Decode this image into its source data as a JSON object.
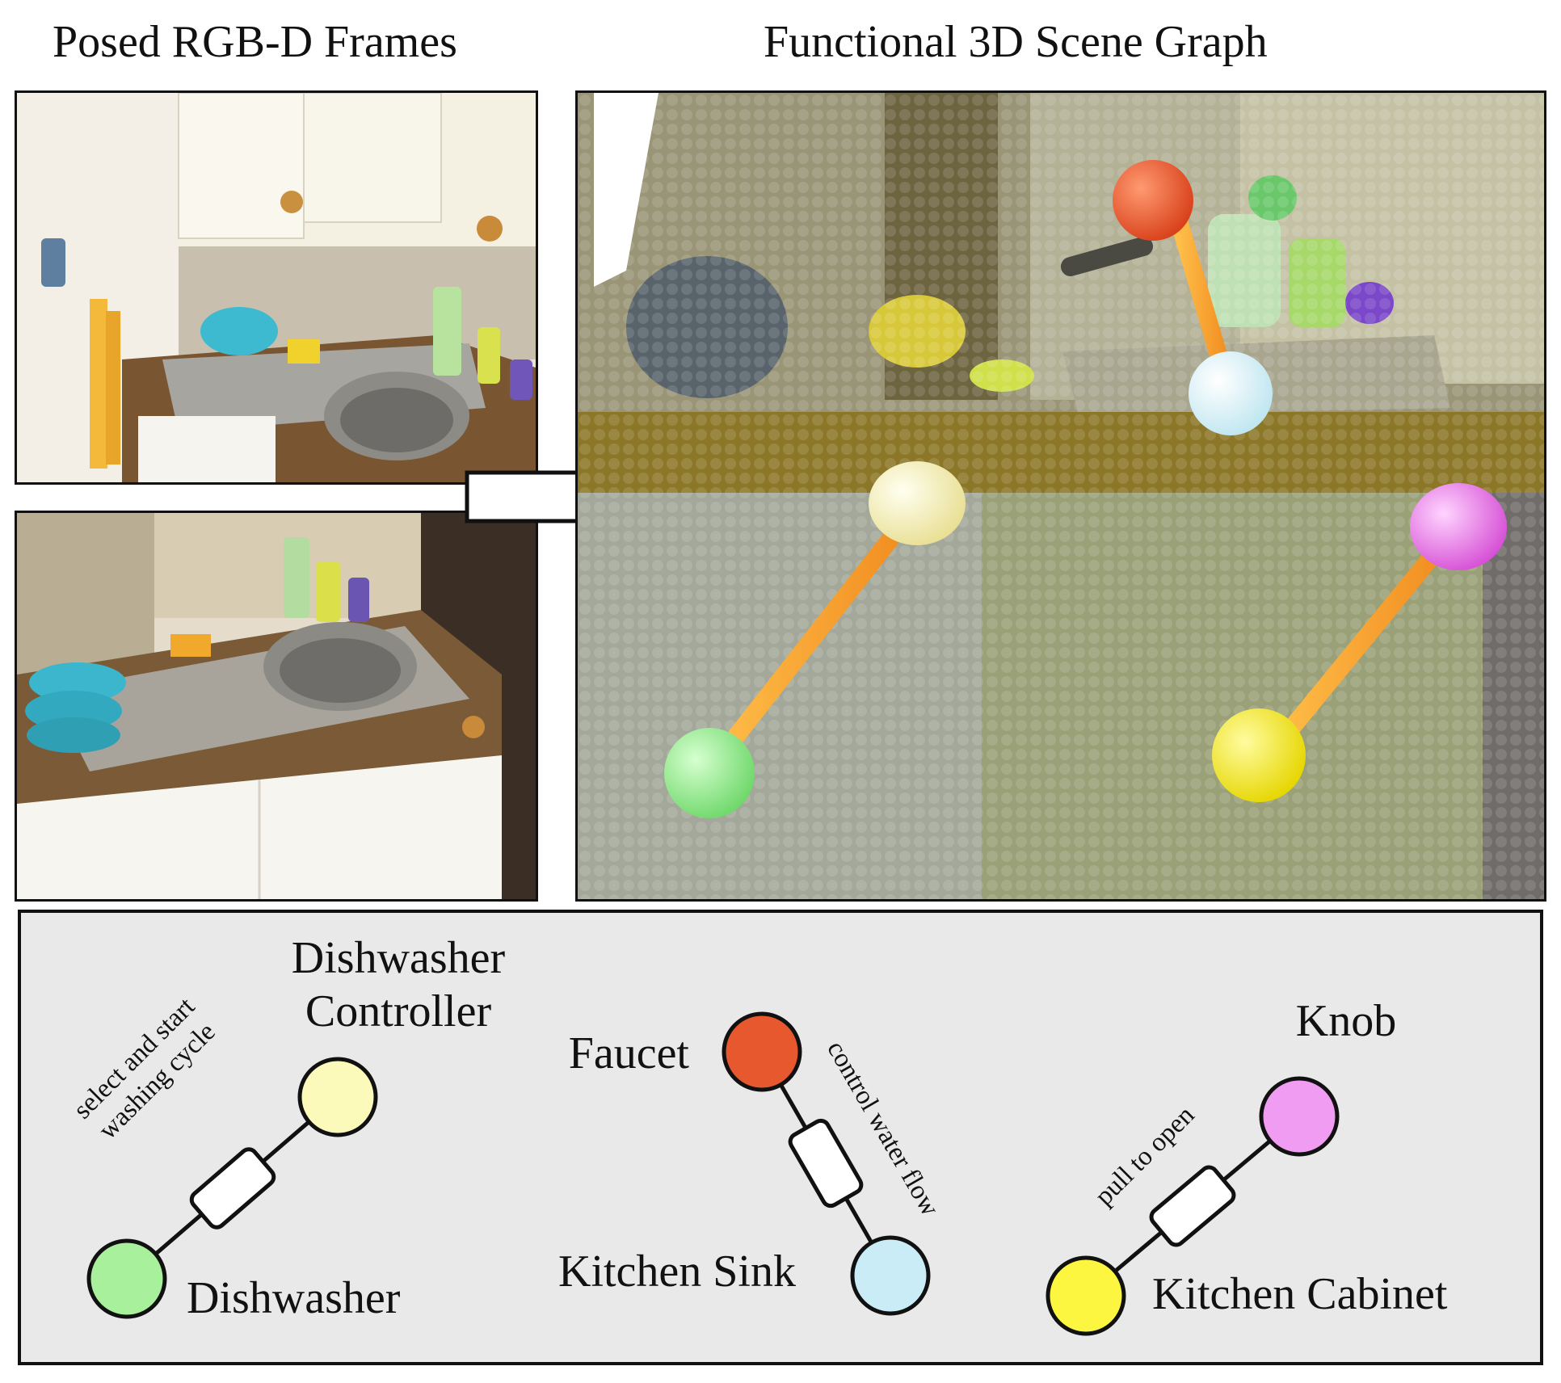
{
  "headings": {
    "left": "Posed RGB-D Frames",
    "right": "Functional 3D Scene Graph"
  },
  "colors": {
    "dishwasher": "#a8f09c",
    "dishwasher_controller": "#fcfaba",
    "faucet": "#e8582e",
    "kitchen_sink": "#c9ecf6",
    "knob": "#f09cf2",
    "kitchen_cabinet": "#fdf640",
    "edge": "#f29b2e"
  },
  "legend": {
    "group1": {
      "top_node": "Dishwasher Controller",
      "top_node_line1": "Dishwasher",
      "top_node_line2": "Controller",
      "bottom_node": "Dishwasher",
      "relation": "select and start washing cycle",
      "relation_line1": "select and start",
      "relation_line2": "washing cycle"
    },
    "group2": {
      "top_node": "Faucet",
      "bottom_node": "Kitchen Sink",
      "relation": "control water flow"
    },
    "group3": {
      "top_node": "Knob",
      "bottom_node": "Kitchen Cabinet",
      "relation": "pull to open"
    }
  }
}
